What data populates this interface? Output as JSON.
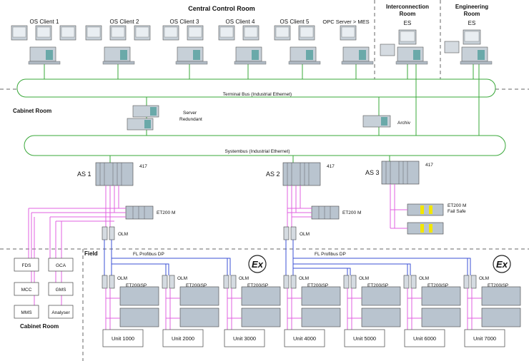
{
  "zones": {
    "central": "Central Control Room",
    "interconnection": "Interconnection Room",
    "engineering": "Engineering Room",
    "cabinet_top": "Cabinet Room",
    "cabinet_bottom": "Cabinet Room",
    "field": "Field"
  },
  "clients": [
    "OS Client 1",
    "OS Client 2",
    "OS Client 3",
    "OS Client 4",
    "OS Client 5",
    "OPC Server > MES"
  ],
  "es_label": "ES",
  "buses": {
    "terminal": "Terminal Bus (Industrial Ethernet)",
    "system": "Systembus (Industrial Ethernet)",
    "profibus": "FL Profibus DP"
  },
  "servers": {
    "redundant_line1": "Server",
    "redundant_line2": "Redundant",
    "archive": "Archiv"
  },
  "automation": {
    "as": [
      "AS 1",
      "AS 2",
      "AS 3"
    ],
    "cpu": "417",
    "et200m": "ET200 M",
    "failsafe_line1": "ET200 M",
    "failsafe_line2": "Fail Safe"
  },
  "olm": "OLM",
  "et200isp": "ET200iSP",
  "ex_symbol": "Ex",
  "side_boxes": [
    "FDS",
    "GCA",
    "MCC",
    "GMS",
    "MMS",
    "Analyser"
  ],
  "units": [
    "Unit 1000",
    "Unit 2000",
    "Unit 3000",
    "Unit 4000",
    "Unit 5000",
    "Unit 6000",
    "Unit 7000"
  ],
  "colors": {
    "ethernet": "#3aa83a",
    "profibus": "#3b50d6",
    "field": "#e060e0",
    "equipment": "#b9c4cf",
    "screen": "#6aa9a9",
    "failsafe": "#f2e600"
  }
}
